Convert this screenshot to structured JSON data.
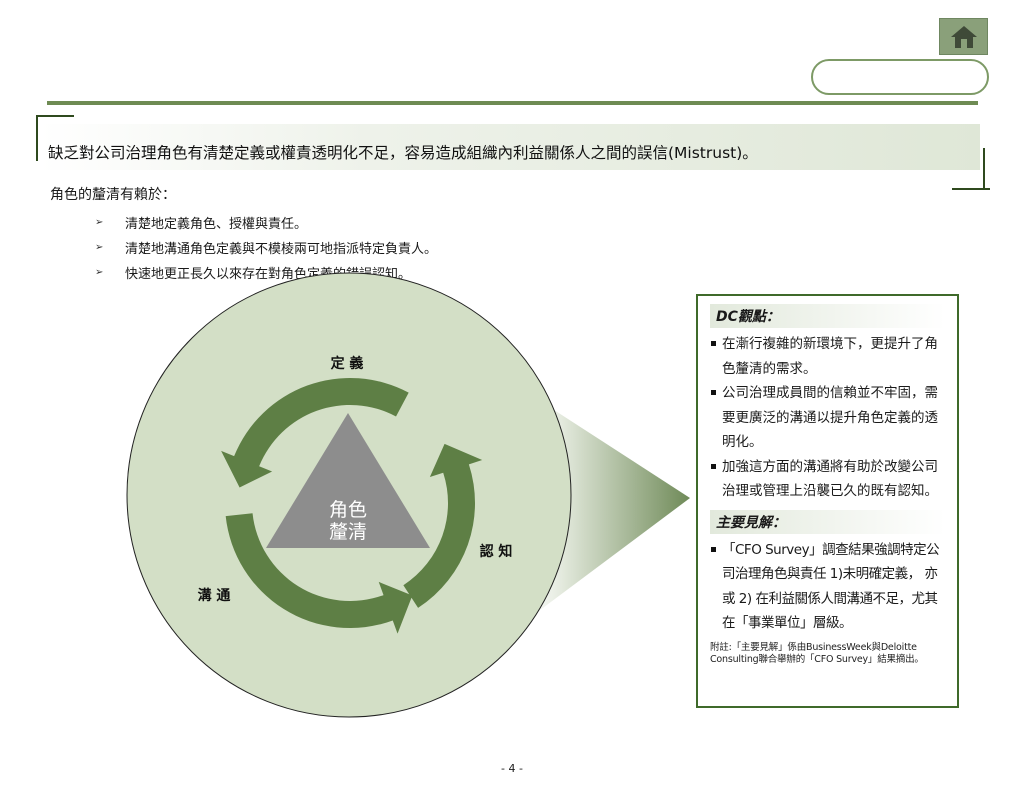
{
  "header": {
    "home_icon": "house-icon",
    "home_color": "#8aa07a"
  },
  "headline": "缺乏對公司治理角色有清楚定義或權責透明化不足，容易造成組織內利益關係人之間的誤信(Mistrust)。",
  "intro": "角色的釐清有賴於：",
  "bullet_marker": "➢",
  "bullets": [
    "清楚地定義角色、授權與責任。",
    "清楚地溝通角色定義與不模棱兩可地指派特定負責人。",
    "快速地更正長久以來存在對角色定義的錯誤認知。"
  ],
  "diagram": {
    "center_line1": "角色",
    "center_line2": "釐清",
    "label_top": "定 義",
    "label_right": "認 知",
    "label_left": "溝 通",
    "circle_color": "#d3dfc6",
    "arrow_color": "#5e7f45",
    "triangle_color": "#8d8d8d"
  },
  "dc_box": {
    "section1_title": "DC觀點：",
    "section1_items": [
      "在漸行複雜的新環境下，更提升了角色釐清的需求。",
      "公司治理成員間的信賴並不牢固，需要更廣泛的溝通以提升角色定義的透明化。",
      "加強這方面的溝通將有助於改變公司治理或管理上沿襲已久的既有認知。"
    ],
    "section2_title": "主要見解：",
    "section2_items": [
      "「CFO Survey」調查結果強調特定公司治理角色與責任 1)未明確定義， 亦或 2) 在利益關係人間溝通不足，尤其在「事業單位」層級。"
    ],
    "footnote": "附註:「主要見解」係由BusinessWeek與Deloitte Consulting聯合舉辦的「CFO Survey」結果摘出。",
    "border_color": "#3f6a2a"
  },
  "page_number": "- 4 -"
}
